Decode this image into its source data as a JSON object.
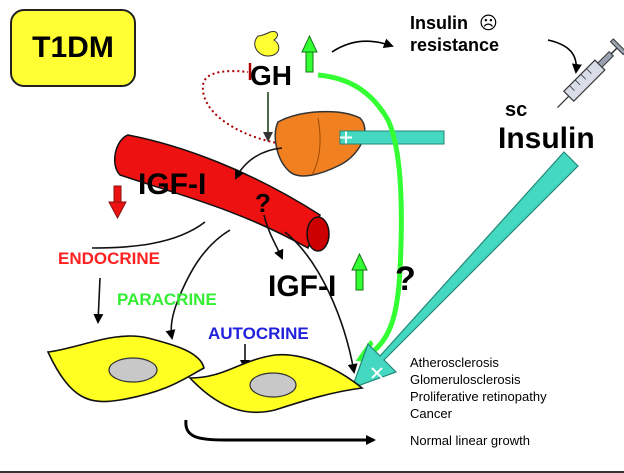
{
  "title_box": {
    "label": "T1DM",
    "color": "#ffff33"
  },
  "gh": {
    "label": "GH",
    "trend": "up"
  },
  "insulin_resistance": {
    "line1": "Insulin",
    "face": "☹",
    "line2": "resistance"
  },
  "sc_insulin": {
    "prefix": "sc",
    "label": "Insulin"
  },
  "systemic_igf": {
    "label": "IGF-I",
    "trend": "down",
    "question": "?"
  },
  "local_igf": {
    "label": "IGF-I",
    "trend": "up",
    "question": "?"
  },
  "actions": {
    "endocrine": {
      "label": "ENDOCRINE",
      "color": "#ff2020"
    },
    "paracrine": {
      "label": "PARACRINE",
      "color": "#33ee33"
    },
    "autocrine": {
      "label": "AUTOCRINE",
      "color": "#2222dd"
    }
  },
  "complications": [
    "Atherosclerosis",
    "Glomerulosclerosis",
    "Proliferative retinopathy",
    "Cancer"
  ],
  "growth": {
    "label": "Normal linear growth"
  },
  "colors": {
    "vessel": "#ee1111",
    "liver": "#f08020",
    "cell": "#ffff22",
    "nucleus": "#c8c8c8",
    "green_arrow": "#33ff33",
    "insulin_arrow": "#44d8c0",
    "red_arrow": "#ee1111",
    "dotted": "#aa0000"
  },
  "icons": [
    "pituitary-icon",
    "liver-icon",
    "blood-vessel-icon",
    "cell-icon",
    "syringe-icon"
  ]
}
